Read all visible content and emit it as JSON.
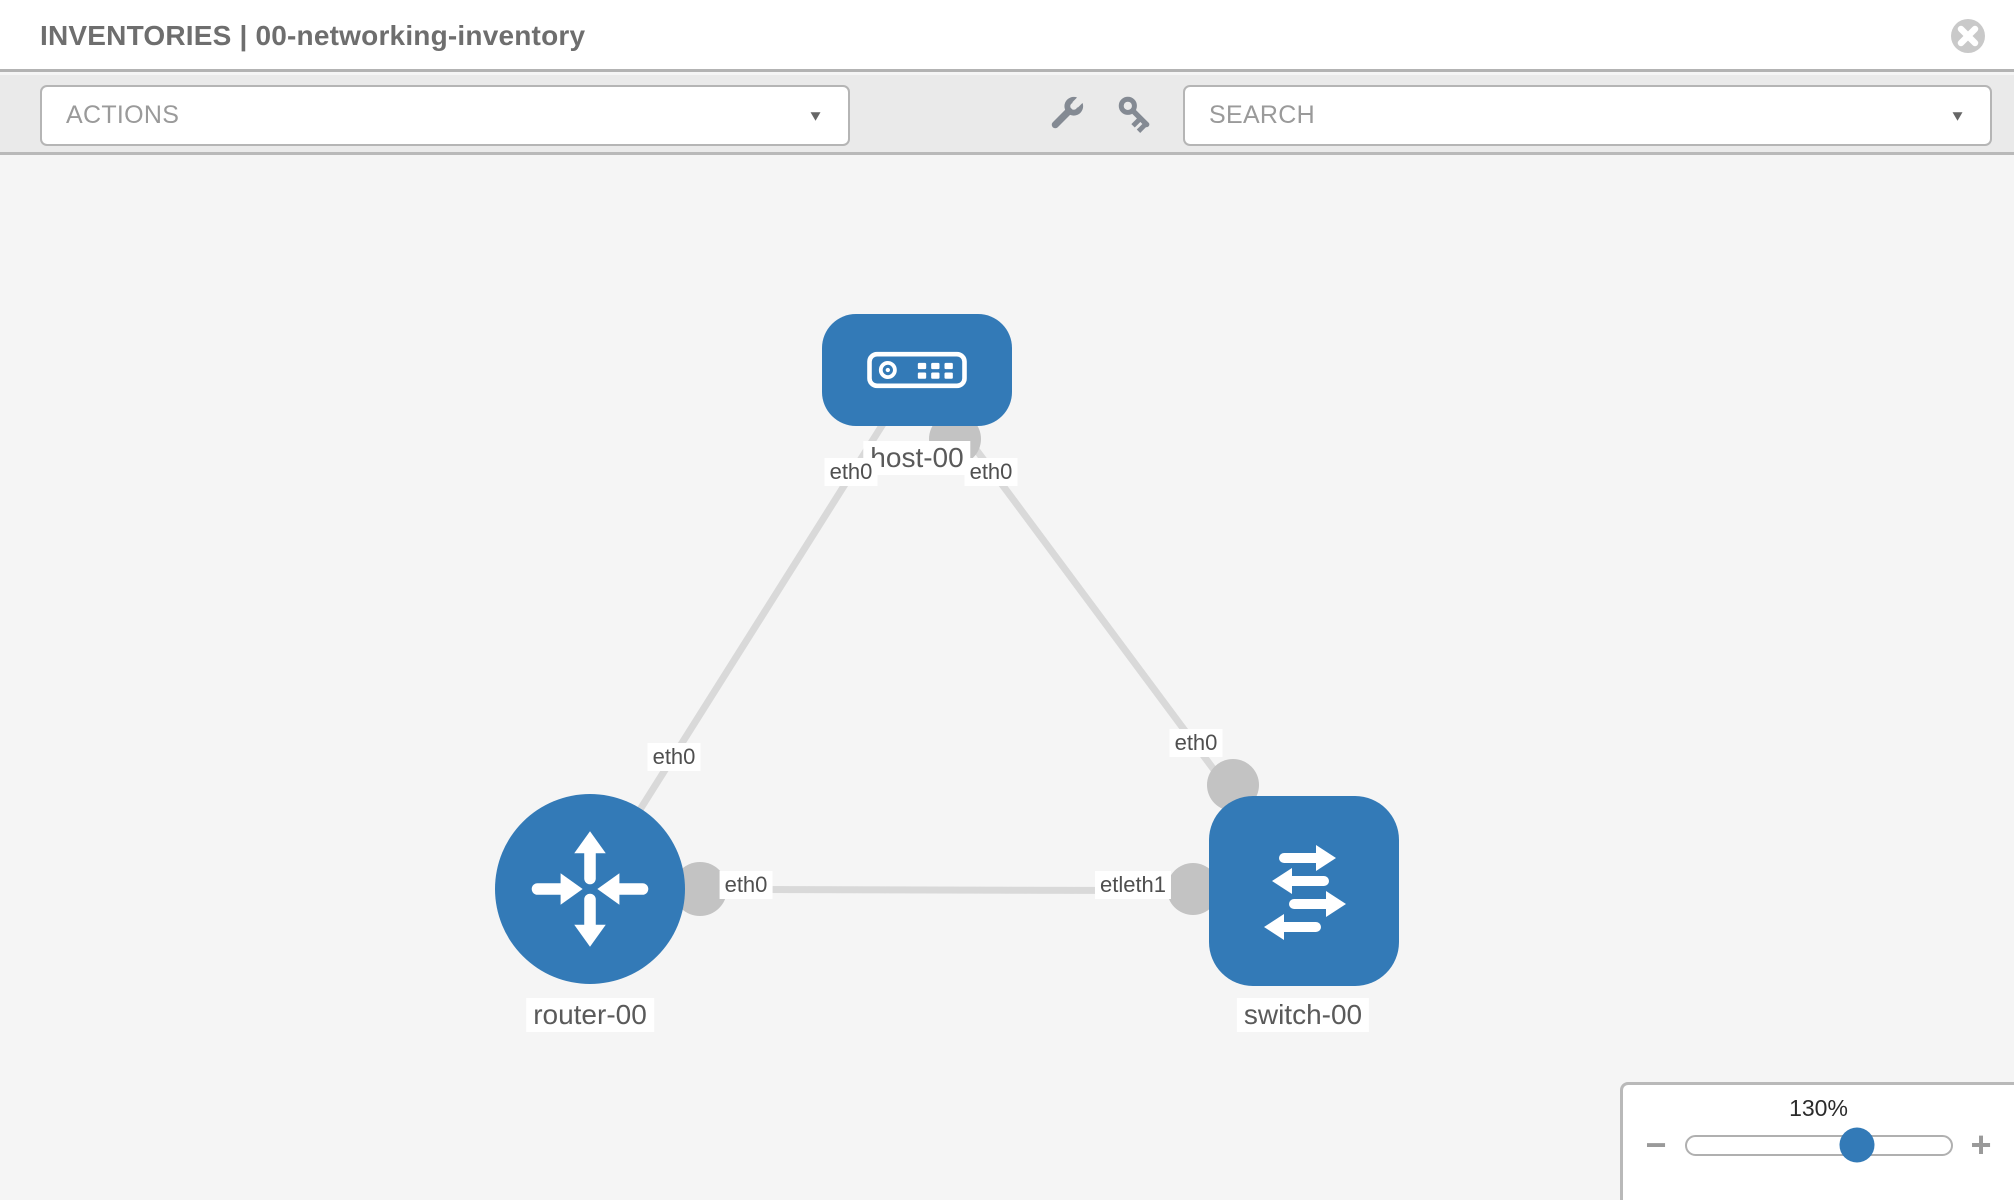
{
  "header": {
    "title": "INVENTORIES | 00-networking-inventory"
  },
  "toolbar": {
    "actions_label": "ACTIONS",
    "search_label": "SEARCH",
    "tool_icons": [
      "wrench-icon",
      "key-icon"
    ]
  },
  "icons": {
    "caret": "▼"
  },
  "topology": {
    "nodes": [
      {
        "id": "host-00",
        "label": "host-00",
        "type": "host",
        "shape": "rounded-rect"
      },
      {
        "id": "router-00",
        "label": "router-00",
        "type": "router",
        "shape": "circle"
      },
      {
        "id": "switch-00",
        "label": "switch-00",
        "type": "switch",
        "shape": "rounded-square"
      }
    ],
    "links": [
      {
        "from": "host-00",
        "to": "router-00"
      },
      {
        "from": "host-00",
        "to": "switch-00"
      },
      {
        "from": "router-00",
        "to": "switch-00"
      }
    ],
    "interface_labels": [
      {
        "text": "eth0",
        "position": "host-left"
      },
      {
        "text": "eth0",
        "position": "host-right"
      },
      {
        "text": "eth0",
        "position": "link-host-router-near-router"
      },
      {
        "text": "eth0",
        "position": "link-host-switch-near-switch"
      },
      {
        "text": "eth0",
        "position": "link-router-switch-near-router"
      },
      {
        "text": "etleth1",
        "position": "link-router-switch-near-switch"
      }
    ]
  },
  "zoom": {
    "level": "130%",
    "minus_label": "−",
    "plus_label": "+"
  },
  "colors": {
    "node_blue": "#337ab7",
    "link_gray": "#d9d9d9",
    "dot_gray": "#c3c3c3",
    "toolbar_gray": "#eaeaea",
    "canvas_gray": "#f5f5f5"
  }
}
